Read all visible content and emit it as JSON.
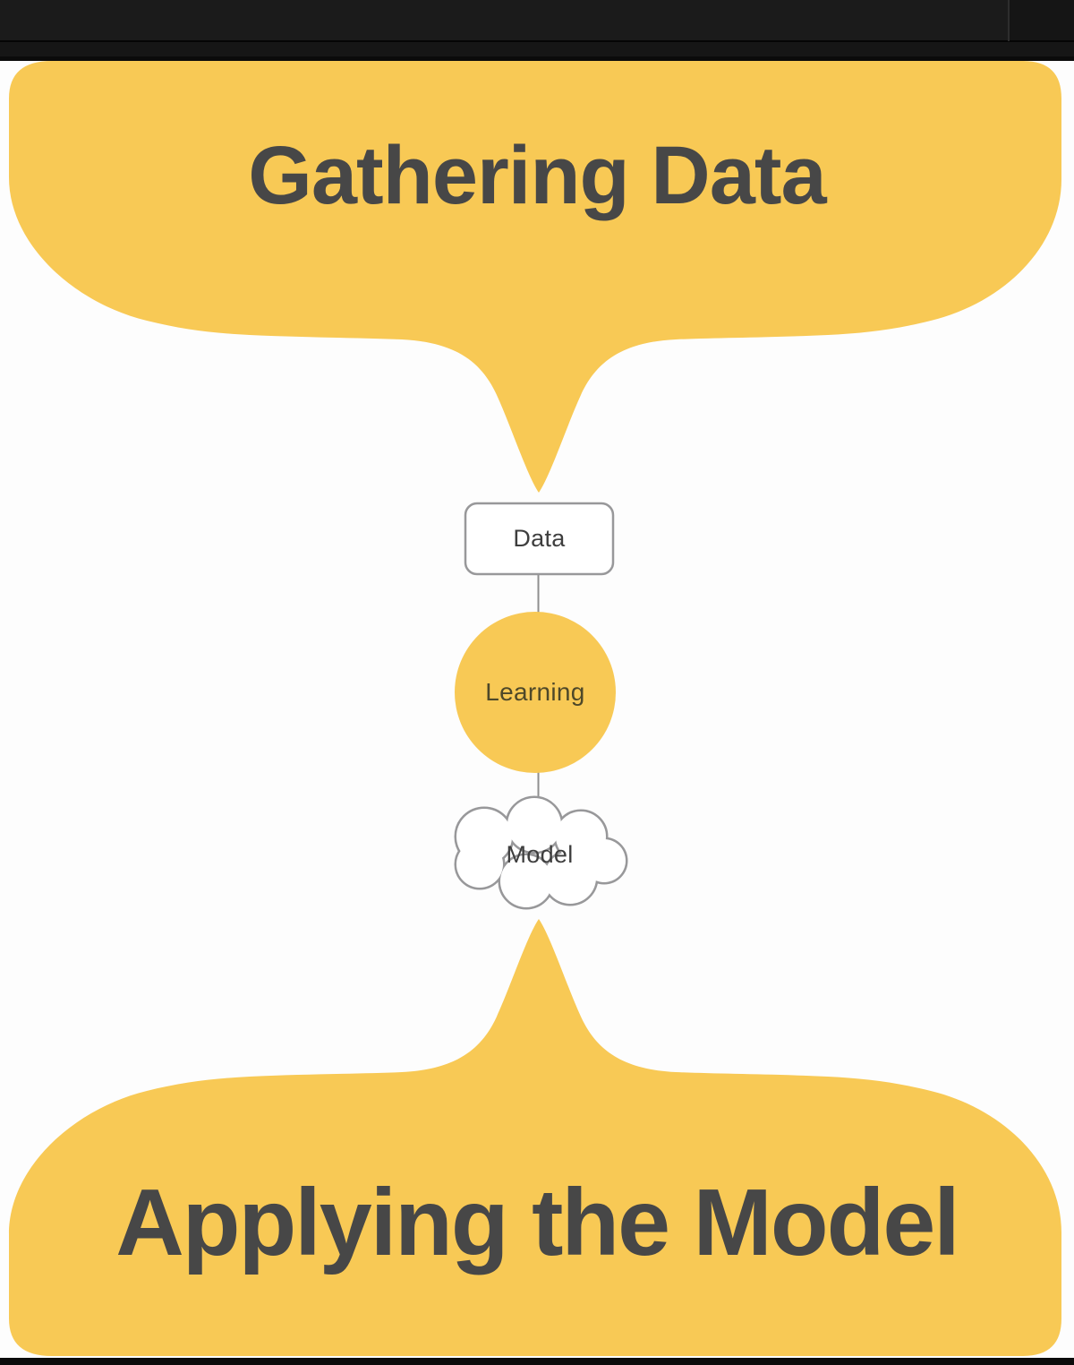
{
  "banners": {
    "top": "Gathering Data",
    "bottom": "Applying the Model"
  },
  "flow": {
    "nodes": [
      {
        "label": "Data",
        "shape": "rounded-rectangle"
      },
      {
        "label": "Learning",
        "shape": "circle"
      },
      {
        "label": "Model",
        "shape": "cloud"
      }
    ],
    "connectors": [
      {
        "from": "Data",
        "to": "Learning"
      },
      {
        "from": "Learning",
        "to": "Model"
      }
    ]
  },
  "colors": {
    "accent_yellow": "#F8C955",
    "banner_text": "#474747",
    "node_text": "#3E3E3E",
    "learning_node_text": "#4E4829",
    "node_border": "#98989A",
    "connector": "#8F8F8F",
    "background": "#FDFDFD",
    "letterbox_top": "#1B1B1B",
    "letterbox_bottom": "#0B0B0B"
  }
}
